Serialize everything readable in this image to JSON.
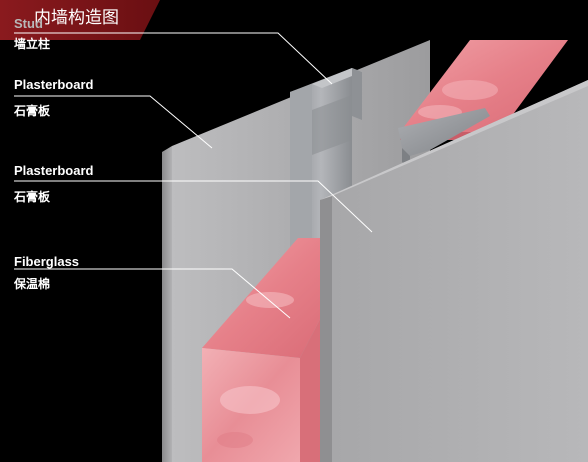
{
  "title": "内墙构造图",
  "labels": {
    "stud_en": "Stud",
    "stud_zh": "墙立柱",
    "plasterboard_back_en": "Plasterboard",
    "plasterboard_back_zh": "石膏板",
    "plasterboard_front_en": "Plasterboard",
    "plasterboard_front_zh": "石膏板",
    "fiberglass_en": "Fiberglass",
    "fiberglass_zh": "保温棉"
  },
  "colors": {
    "background": "#000000",
    "banner": "#7a1418",
    "plasterboard": "#a9a9ab",
    "stud": "#9fa1a5",
    "fiberglass": "#e58a93"
  }
}
